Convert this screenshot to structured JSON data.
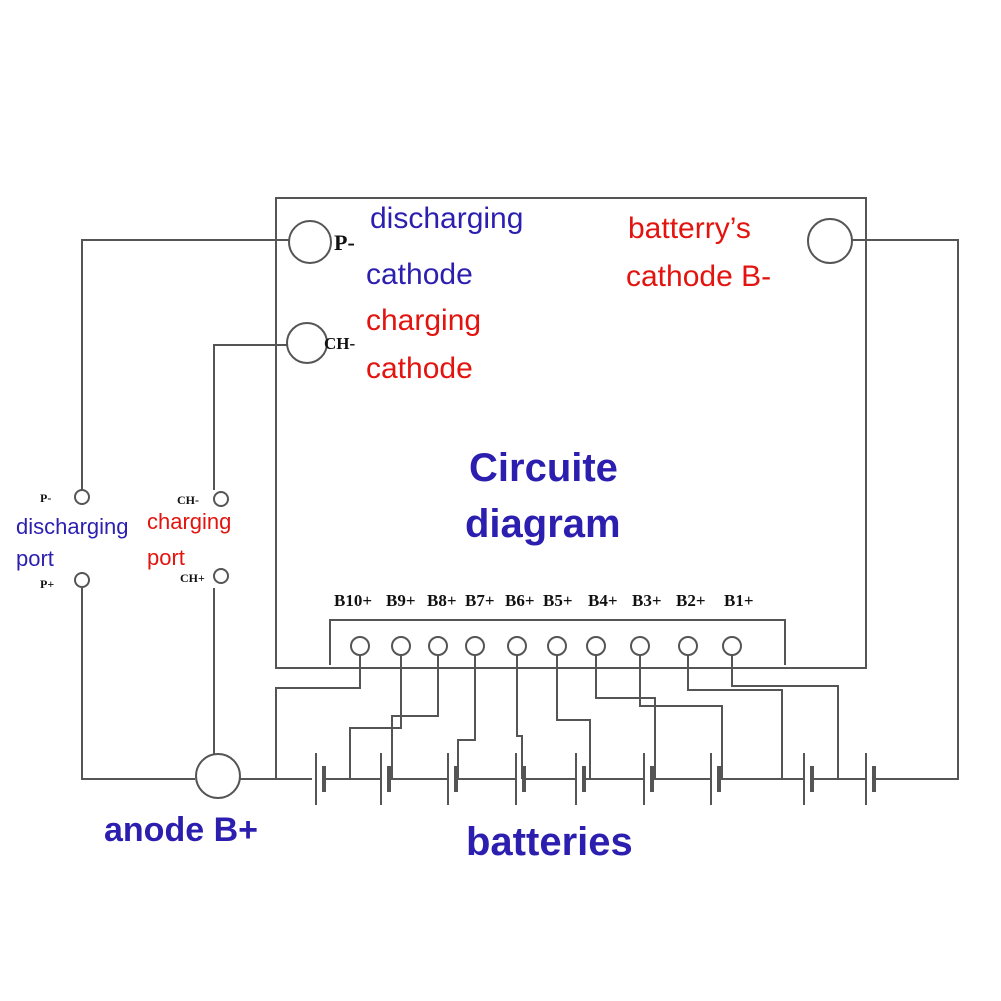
{
  "colors": {
    "annotation_blue": "#2c1fb0",
    "annotation_red": "#e3140f",
    "line": "#555555"
  },
  "board": {
    "title_line1": "Circuite",
    "title_line2": "diagram",
    "p_minus_code": "P-",
    "ch_minus_code": "CH-",
    "pins": [
      "B10+",
      "B9+",
      "B8+",
      "B7+",
      "B6+",
      "B5+",
      "B4+",
      "B3+",
      "B2+",
      "B1+"
    ]
  },
  "labels": {
    "discharging_cathode_1": "discharging",
    "discharging_cathode_2": "cathode",
    "charging_cathode_1": "charging",
    "charging_cathode_2": "cathode",
    "battery_cathode_1": "batterry’s",
    "battery_cathode_2": "cathode B-",
    "discharging_port_1": "discharging",
    "discharging_port_2": "port",
    "charging_port_1": "charging",
    "charging_port_2": "port",
    "anode": "anode B+",
    "batteries": "batteries"
  },
  "ports": {
    "p_minus": "P-",
    "p_plus": "P+",
    "ch_minus": "CH-",
    "ch_plus": "CH+"
  }
}
